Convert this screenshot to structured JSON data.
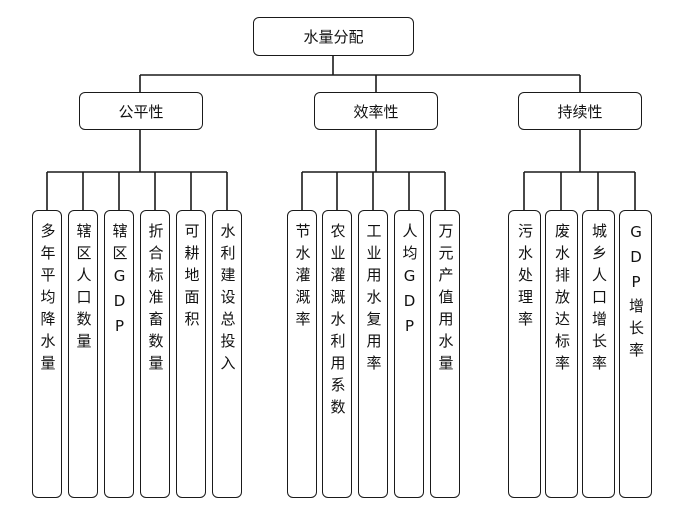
{
  "root": {
    "label": "水量分配"
  },
  "categories": [
    {
      "label": "公平性",
      "indicators": [
        "多年平均降水量",
        "辖区人口数量",
        "辖区GDP",
        "折合标准畜数量",
        "可耕地面积",
        "水利建设总投入"
      ]
    },
    {
      "label": "效率性",
      "indicators": [
        "节水灌溉率",
        "农业灌溉水利用系数",
        "工业用水复用率",
        "人均GDP",
        "万元产值用水量"
      ]
    },
    {
      "label": "持续性",
      "indicators": [
        "污水处理率",
        "废水排放达标率",
        "城乡人口增长率",
        "GDP增长率"
      ]
    }
  ]
}
